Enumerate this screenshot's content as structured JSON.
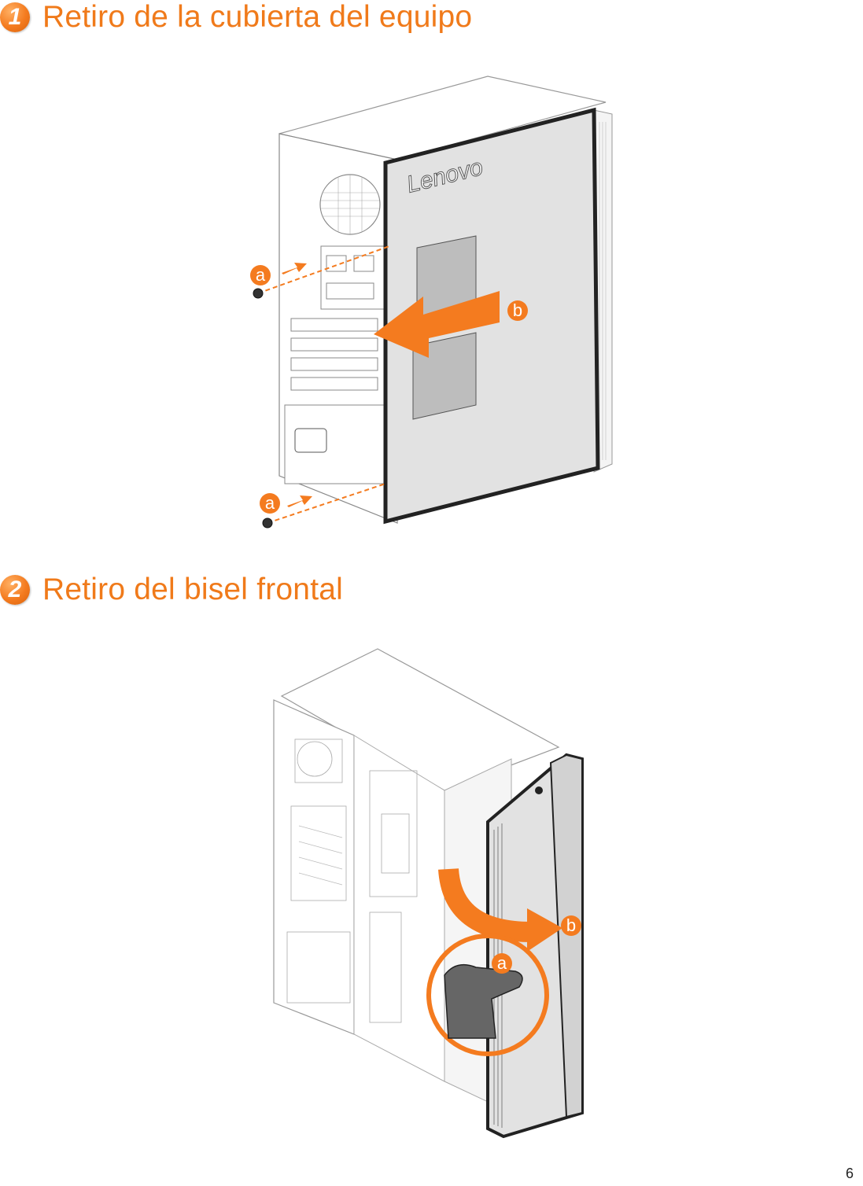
{
  "steps": [
    {
      "number": "1",
      "title": "Retiro de la cubierta del equipo"
    },
    {
      "number": "2",
      "title": "Retiro del bisel frontal"
    }
  ],
  "figure1": {
    "brand_logo": "Lenovo",
    "callouts": {
      "screw_top": "a",
      "screw_bottom": "a",
      "slide_arrow": "b"
    }
  },
  "figure2": {
    "callouts": {
      "grip": "a",
      "rotate_arrow": "b"
    }
  },
  "page_number": "6",
  "colors": {
    "accent": "#f07a1a",
    "outline": "#222222",
    "panel": "#e2e2e2"
  }
}
